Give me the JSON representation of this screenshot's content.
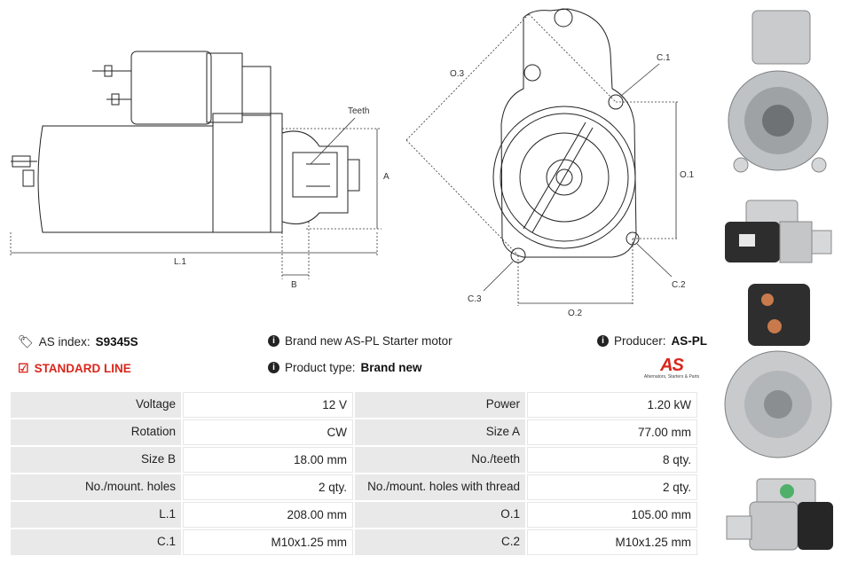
{
  "drawing": {
    "labels": {
      "teeth": "Teeth",
      "a": "A",
      "l1": "L.1",
      "b": "B",
      "o3": "O.3",
      "c1": "C.1",
      "o1": "O.1",
      "c3": "C.3",
      "c2": "C.2",
      "o2": "O.2"
    }
  },
  "info": {
    "as_index_label": "AS index:",
    "as_index_value": "S9345S",
    "standard_line": "STANDARD LINE",
    "description": "Brand new AS-PL Starter motor",
    "product_type_label": "Product type:",
    "product_type_value": "Brand new",
    "producer_label": "Producer:",
    "producer_value": "AS-PL"
  },
  "logo": {
    "mark": "AS",
    "tagline": "Alternators, Starters & Parts",
    "color": "#d9261c"
  },
  "specs": [
    {
      "k1": "Voltage",
      "v1": "12 V",
      "k2": "Power",
      "v2": "1.20 kW"
    },
    {
      "k1": "Rotation",
      "v1": "CW",
      "k2": "Size A",
      "v2": "77.00 mm"
    },
    {
      "k1": "Size B",
      "v1": "18.00 mm",
      "k2": "No./teeth",
      "v2": "8 qty."
    },
    {
      "k1": "No./mount. holes",
      "v1": "2 qty.",
      "k2": "No./mount. holes with thread",
      "v2": "2 qty."
    },
    {
      "k1": "L.1",
      "v1": "208.00 mm",
      "k2": "O.1",
      "v2": "105.00 mm"
    },
    {
      "k1": "C.1",
      "v1": "M10x1.25 mm",
      "k2": "C.2",
      "v2": "M10x1.25 mm"
    }
  ]
}
